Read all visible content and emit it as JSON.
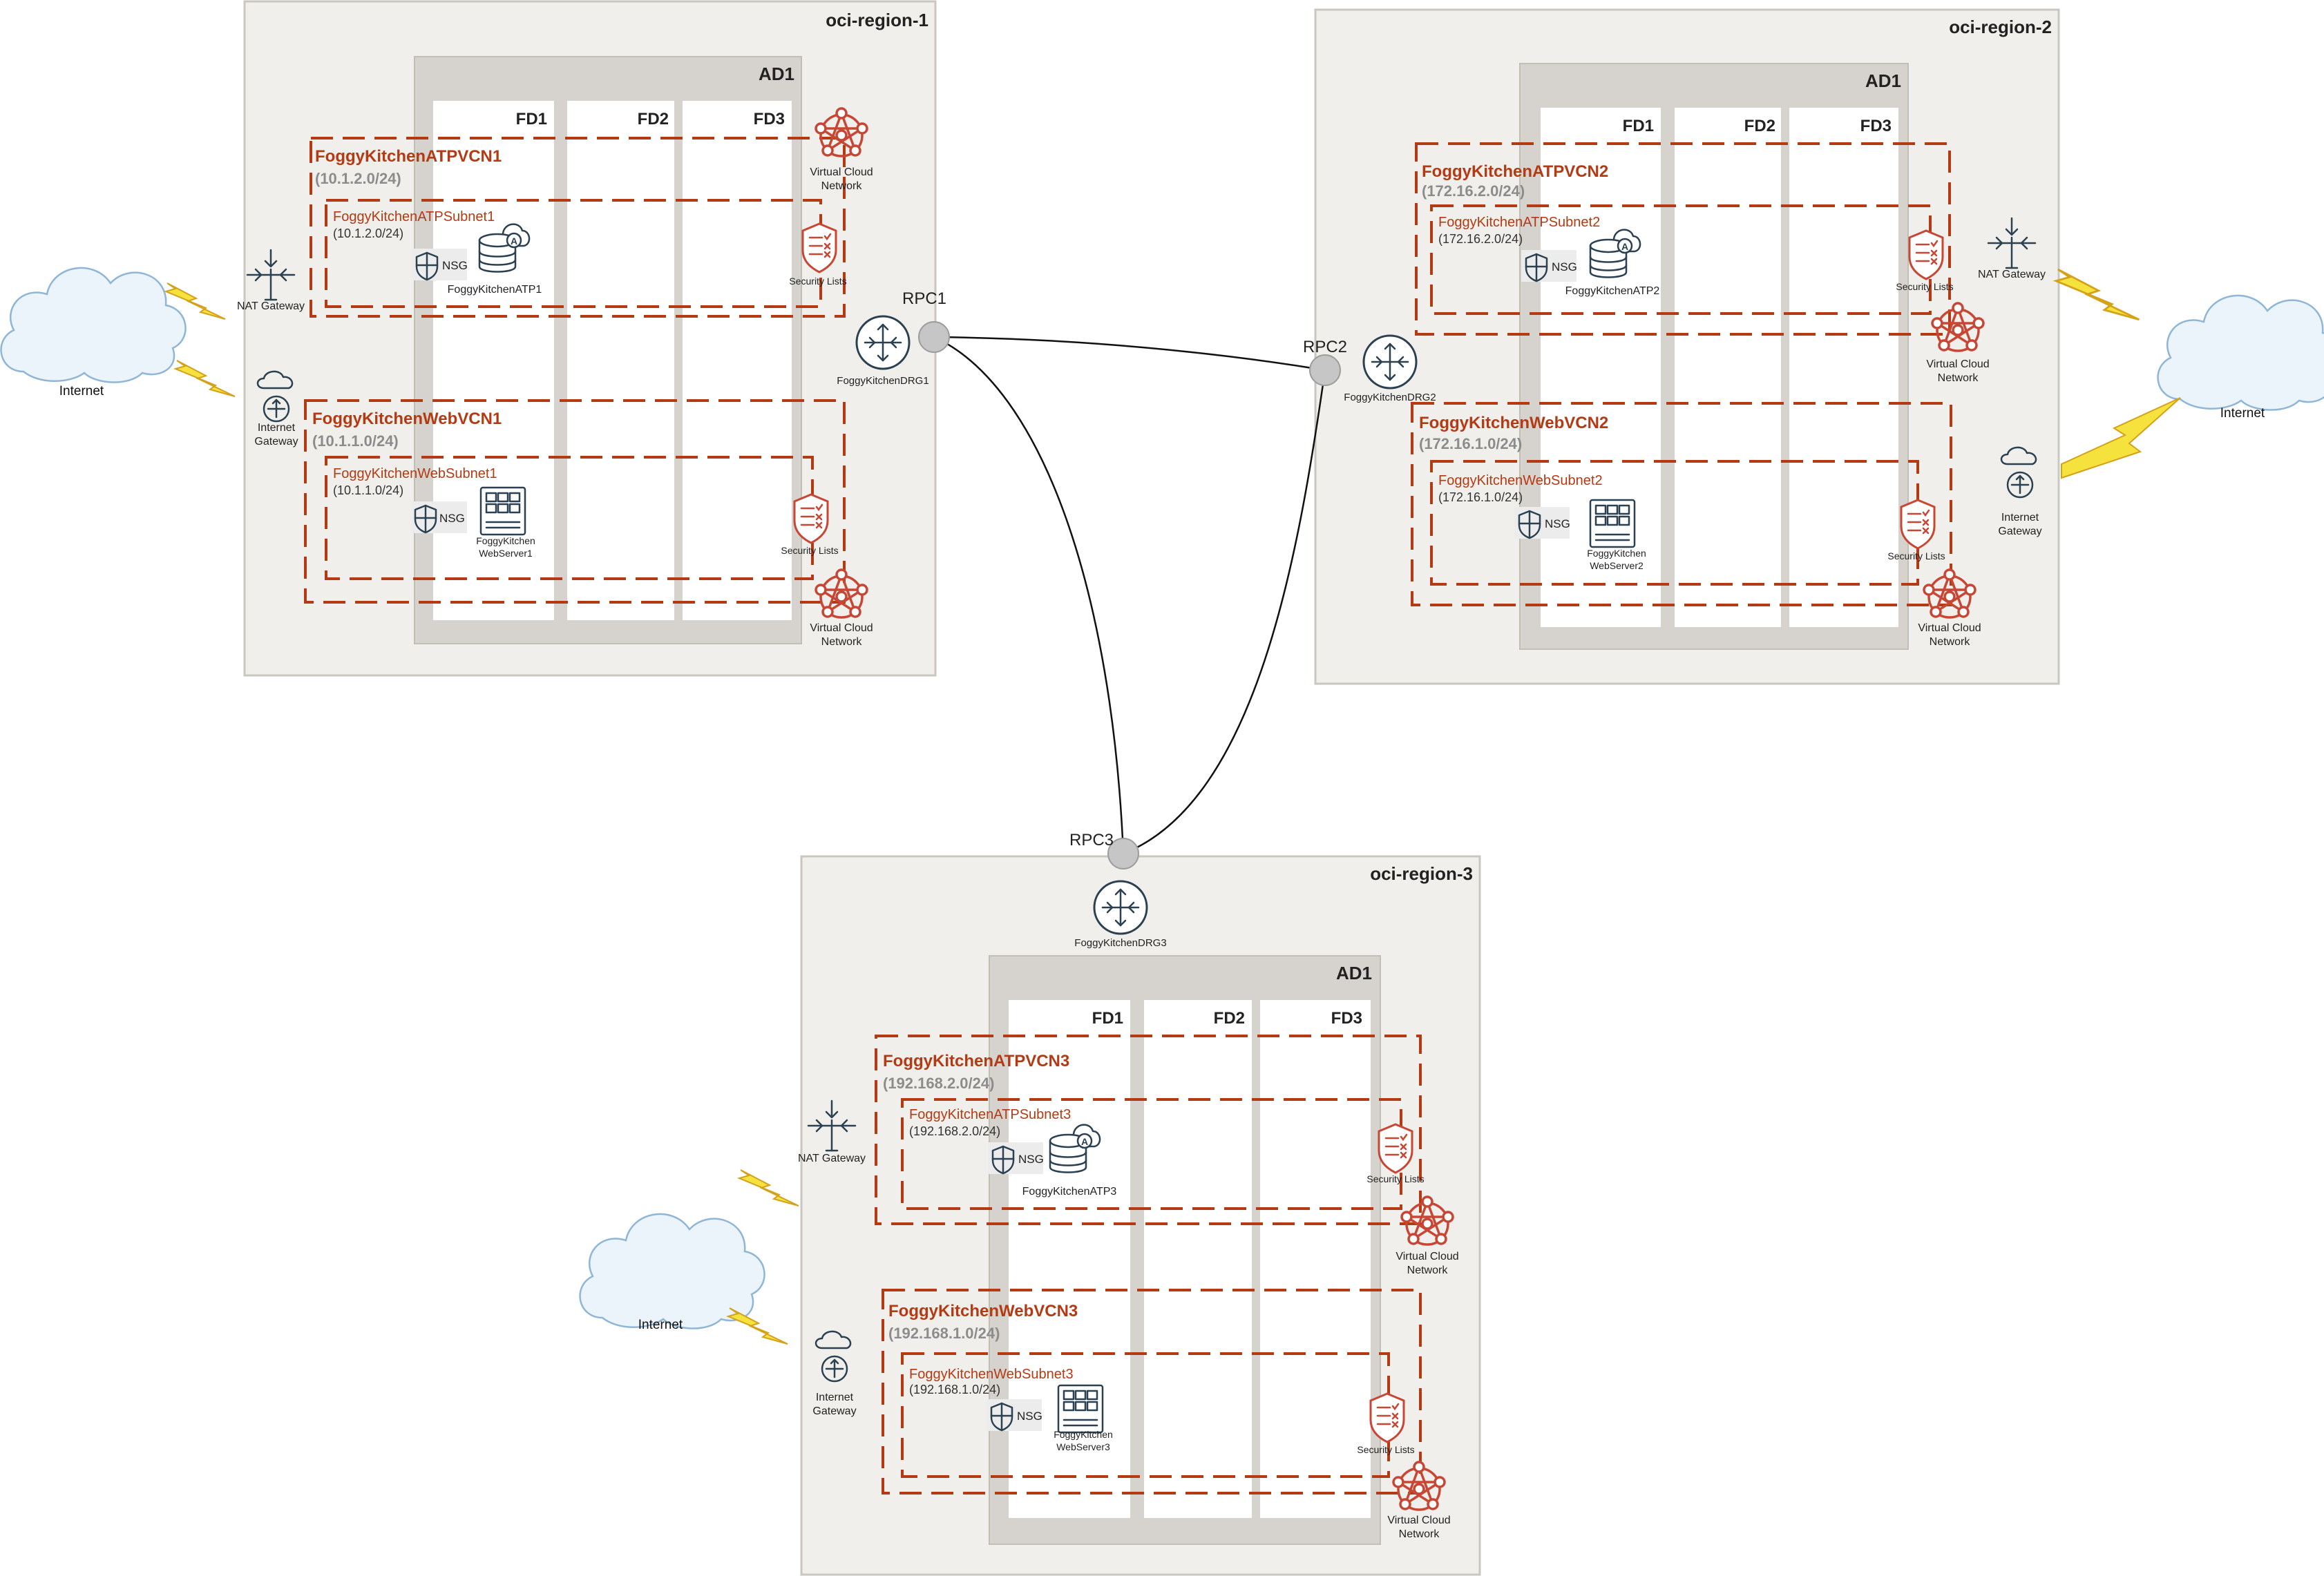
{
  "regions": [
    {
      "label": "oci-region-1",
      "ad": "AD1",
      "fds": [
        "FD1",
        "FD2",
        "FD3"
      ],
      "atp_vcn": {
        "name": "FoggyKitchenATPVCN1",
        "cidr": "(10.1.2.0/24)"
      },
      "atp_subnet": {
        "name": "FoggyKitchenATPSubnet1",
        "cidr": "(10.1.2.0/24)"
      },
      "atp_db": "FoggyKitchenATP1",
      "web_vcn": {
        "name": "FoggyKitchenWebVCN1",
        "cidr": "(10.1.1.0/24)"
      },
      "web_subnet": {
        "name": "FoggyKitchenWebSubnet1",
        "cidr": "(10.1.1.0/24)"
      },
      "web_server": [
        "FoggyKitchen",
        "WebServer1"
      ],
      "drg": "FoggyKitchenDRG1",
      "rpc": "RPC1"
    },
    {
      "label": "oci-region-2",
      "ad": "AD1",
      "fds": [
        "FD1",
        "FD2",
        "FD3"
      ],
      "atp_vcn": {
        "name": "FoggyKitchenATPVCN2",
        "cidr": "(172.16.2.0/24)"
      },
      "atp_subnet": {
        "name": "FoggyKitchenATPSubnet2",
        "cidr": "(172.16.2.0/24)"
      },
      "atp_db": "FoggyKitchenATP2",
      "web_vcn": {
        "name": "FoggyKitchenWebVCN2",
        "cidr": "(172.16.1.0/24)"
      },
      "web_subnet": {
        "name": "FoggyKitchenWebSubnet2",
        "cidr": "(172.16.1.0/24)"
      },
      "web_server": [
        "FoggyKitchen",
        "WebServer2"
      ],
      "drg": "FoggyKitchenDRG2",
      "rpc": "RPC2"
    },
    {
      "label": "oci-region-3",
      "ad": "AD1",
      "fds": [
        "FD1",
        "FD2",
        "FD3"
      ],
      "atp_vcn": {
        "name": "FoggyKitchenATPVCN3",
        "cidr": "(192.168.2.0/24)"
      },
      "atp_subnet": {
        "name": "FoggyKitchenATPSubnet3",
        "cidr": "(192.168.2.0/24)"
      },
      "atp_db": "FoggyKitchenATP3",
      "web_vcn": {
        "name": "FoggyKitchenWebVCN3",
        "cidr": "(192.168.1.0/24)"
      },
      "web_subnet": {
        "name": "FoggyKitchenWebSubnet3",
        "cidr": "(192.168.1.0/24)"
      },
      "web_server": [
        "FoggyKitchen",
        "WebServer3"
      ],
      "drg": "FoggyKitchenDRG3",
      "rpc": "RPC3"
    }
  ],
  "labels": {
    "internet": "Internet",
    "nat_gateway": "NAT Gateway",
    "internet_gateway": [
      "Internet",
      "Gateway"
    ],
    "vcn_icon": [
      "Virtual Cloud",
      "Network"
    ],
    "security_lists": "Security Lists",
    "nsg": "NSG",
    "atp_glyph": "A"
  },
  "icons": [
    "cloud-icon",
    "lightning-icon",
    "nat-gateway-icon",
    "internet-gateway-icon",
    "virtual-cloud-network-icon",
    "security-list-icon",
    "nsg-shield-icon",
    "autonomous-database-icon",
    "web-server-icon",
    "drg-router-icon"
  ],
  "colors": {
    "region_fill": "#f0efeb",
    "availability_domain": "#d6d3ce",
    "vcn_border": "#b43a13",
    "cidr_text": "#8c8c8c",
    "oci_red": "#c74634",
    "icon_dark": "#2b4050",
    "rpc_node": "#c6c6c6",
    "lightning": "#f5e23c"
  }
}
